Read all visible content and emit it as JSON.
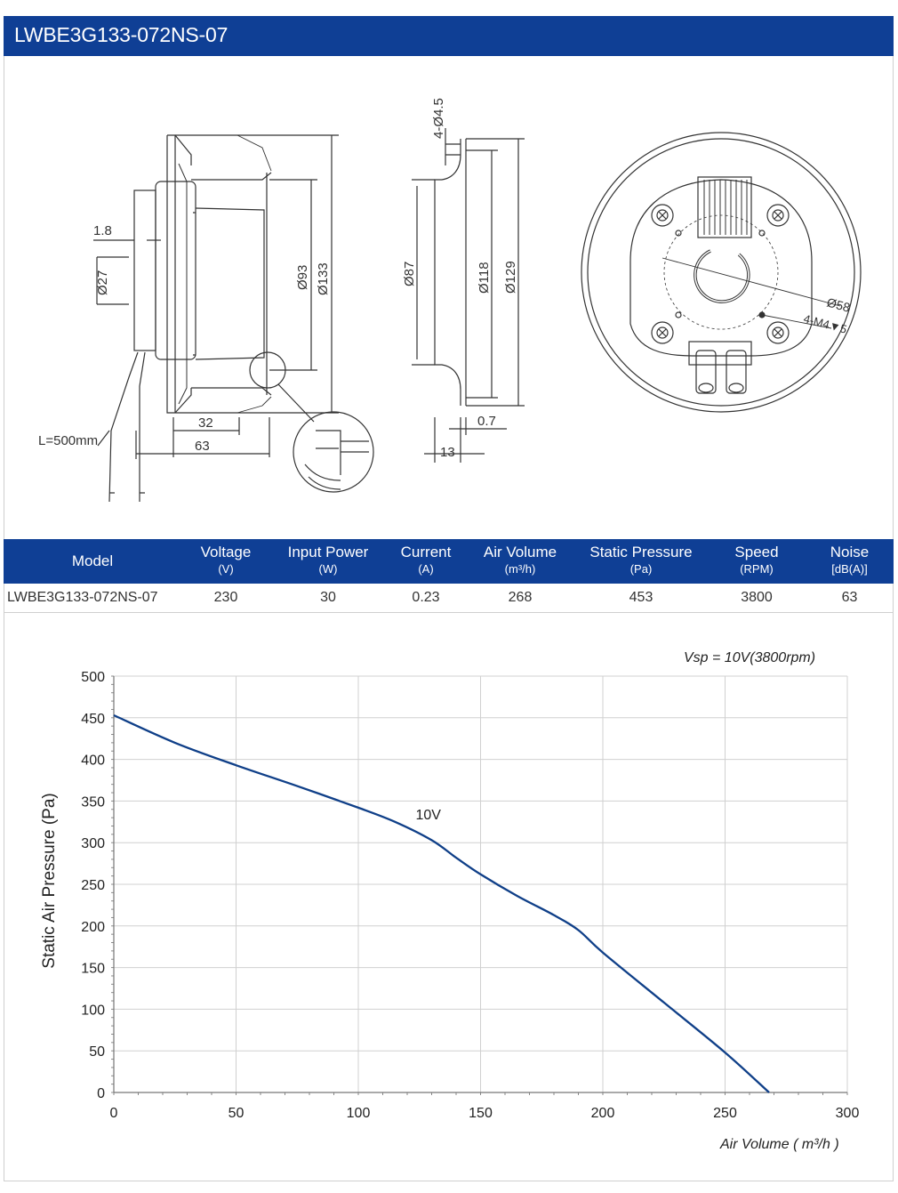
{
  "header": {
    "title": "LWBE3G133-072NS-07"
  },
  "drawing": {
    "side_view": {
      "dim_1_8": "1.8",
      "dim_27": "Ø27",
      "dim_93": "Ø93",
      "dim_133": "Ø133",
      "dim_32": "32",
      "dim_63": "63",
      "cable": "L=500mm"
    },
    "profile_view": {
      "dim_4_45": "4-Ø4.5",
      "dim_87": "Ø87",
      "dim_118": "Ø118",
      "dim_129": "Ø129",
      "dim_0_7": "0.7",
      "dim_13": "13"
    },
    "rear_view": {
      "dim_58": "Ø58",
      "dim_m4": "4-M4▼5"
    }
  },
  "spec_table": {
    "columns": [
      {
        "label": "Model",
        "unit": ""
      },
      {
        "label": "Voltage",
        "unit": "(V)"
      },
      {
        "label": "Input Power",
        "unit": "(W)"
      },
      {
        "label": "Current",
        "unit": "(A)"
      },
      {
        "label": "Air Volume",
        "unit": "(m³/h)"
      },
      {
        "label": "Static Pressure",
        "unit": "(Pa)"
      },
      {
        "label": "Speed",
        "unit": "(RPM)"
      },
      {
        "label": "Noise",
        "unit": "[dB(A)]"
      }
    ],
    "row": [
      "LWBE3G133-072NS-07",
      "230",
      "30",
      "0.23",
      "268",
      "453",
      "3800",
      "63"
    ]
  },
  "chart_data": {
    "type": "line",
    "title": "",
    "annotation": "Vsp = 10V(3800rpm)",
    "xlabel": "Air Volume ( m³/h )",
    "ylabel": "Static Air Pressure  (Pa)",
    "xlim": [
      0,
      300
    ],
    "ylim": [
      0,
      500
    ],
    "xticks": [
      0,
      50,
      100,
      150,
      200,
      250,
      300
    ],
    "yticks": [
      0,
      50,
      100,
      150,
      200,
      250,
      300,
      350,
      400,
      450,
      500
    ],
    "grid": true,
    "series": [
      {
        "name": "10V",
        "color": "#0f3f88",
        "x": [
          0,
          25,
          50,
          75,
          100,
          115,
          130,
          140,
          150,
          165,
          180,
          190,
          200,
          225,
          250,
          268
        ],
        "y": [
          453,
          420,
          393,
          368,
          342,
          325,
          303,
          282,
          262,
          236,
          213,
          195,
          168,
          108,
          48,
          0
        ]
      }
    ]
  }
}
